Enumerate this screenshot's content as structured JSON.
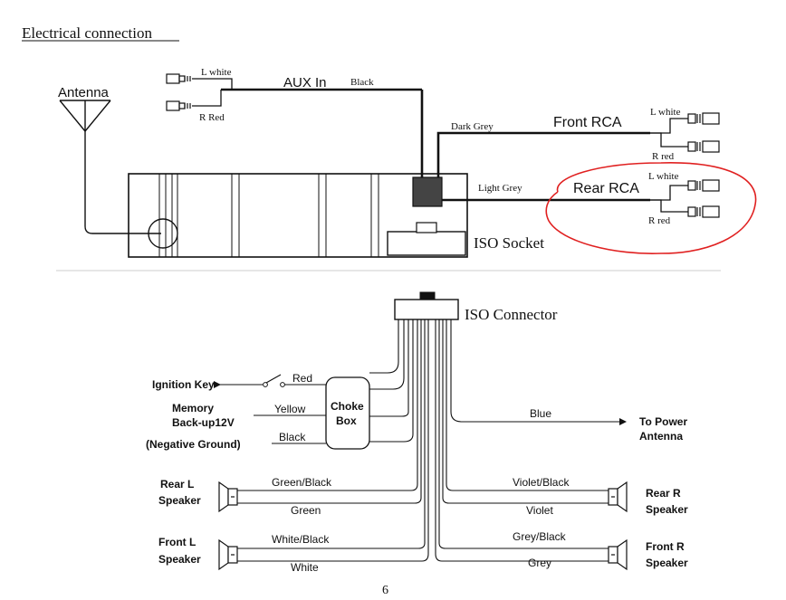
{
  "page_title": "Electrical connection",
  "page_number": "6",
  "top": {
    "antenna": "Antenna",
    "aux_in": "AUX In",
    "black": "Black",
    "aux_l": "L white",
    "aux_r": "R Red",
    "dark_grey": "Dark Grey",
    "front_rca": "Front RCA",
    "front_l": "L white",
    "front_r": "R red",
    "light_grey": "Light Grey",
    "rear_rca": "Rear RCA",
    "rear_l": "L white",
    "rear_r": "R red",
    "iso_socket": "ISO Socket"
  },
  "bottom": {
    "iso_connector": "ISO Connector",
    "ignition_key": "Ignition Key",
    "red": "Red",
    "memory_1": "Memory",
    "memory_2": "Back-up12V",
    "negative_ground": "(Negative Ground)",
    "yellow": "Yellow",
    "black": "Black",
    "choke_1": "Choke",
    "choke_2": "Box",
    "blue": "Blue",
    "power_antenna_1": "To Power",
    "power_antenna_2": "Antenna",
    "rear_l_1": "Rear L",
    "rear_l_2": "Speaker",
    "green_black": "Green/Black",
    "green": "Green",
    "front_l_1": "Front L",
    "front_l_2": "Speaker",
    "white_black": "White/Black",
    "white": "White",
    "violet_black": "Violet/Black",
    "violet": "Violet",
    "rear_r_1": "Rear R",
    "rear_r_2": "Speaker",
    "grey_black": "Grey/Black",
    "grey": "Grey",
    "front_r_1": "Front R",
    "front_r_2": "Speaker"
  },
  "colors": {
    "line": "#111111",
    "annotation": "#e02020",
    "separator": "#cccccc"
  }
}
